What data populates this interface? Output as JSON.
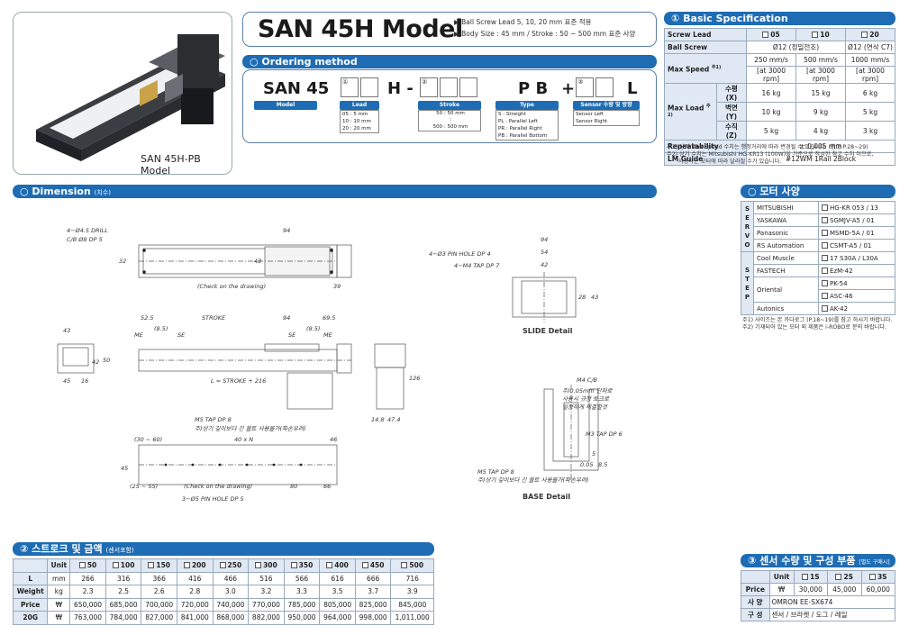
{
  "product": {
    "photo_caption": "SAN 45H-PB Model",
    "title": "SAN 45H Model",
    "notes": [
      "▶ Ball Screw Lead 5, 10, 20 mm 표준 적용",
      "▶ Body Size : 45 mm / Stroke : 50 ~ 500 mm 표준 사양"
    ]
  },
  "ordering": {
    "heading": "○ Ordering method",
    "code_prefix": "SAN 45",
    "h_dash": "H -",
    "pb": "P B",
    "plus": "+",
    "l": "L",
    "marks": [
      "①",
      "②",
      "③"
    ],
    "model_label": "Model",
    "lead_label": "Lead",
    "lead_options": [
      "05 : 5 mm",
      "10 : 10 mm",
      "20 : 20 mm"
    ],
    "stroke_label": "Stroke",
    "stroke_options": [
      "50 : 50 mm",
      "500 : 500 mm"
    ],
    "stroke_dots": "⋮",
    "type_label": "Type",
    "type_options": [
      "S : Straight",
      "PL : Parallel Left",
      "PR : Parallel Right",
      "PB : Parallel Bottom"
    ],
    "sensor_label": "Sensor 수량 및 방향",
    "sensor_options": [
      "Sensor Left",
      "Sensor Right"
    ]
  },
  "basic_spec": {
    "heading": "① Basic Specification",
    "screw_lead_label": "Screw Lead",
    "leads": [
      "05",
      "10",
      "20"
    ],
    "ball_screw_label": "Ball Screw",
    "ball_screw": [
      "Ø12 (정밀전조)",
      "Ø12 (연삭 C7)"
    ],
    "max_speed_label": "Max Speed",
    "max_speed_note": "주1)",
    "max_speed": [
      "250 mm/s",
      "500 mm/s",
      "1000 mm/s"
    ],
    "rpm": [
      "[at 3000 rpm]",
      "[at 3000 rpm]",
      "[at 3000 rpm]"
    ],
    "max_load_label": "Max Load",
    "max_load_note": "주2)",
    "load_rows": [
      {
        "axis": "수평 (X)",
        "values": [
          "16 kg",
          "15 kg",
          "6 kg"
        ]
      },
      {
        "axis": "벽면 (Y)",
        "values": [
          "10 kg",
          "9 kg",
          "5 kg"
        ]
      },
      {
        "axis": "수직 (Z)",
        "values": [
          "5 kg",
          "4 kg",
          "3 kg"
        ]
      }
    ],
    "repeat_label": "Repeatability",
    "repeat_value": "± 0.005 mm",
    "lm_label": "LM Guide",
    "lm_value": "#12WM 1Rail 2Block",
    "footnotes": [
      "주1) 상기 Max Speed 수치는 행정거리에 따라 변경될 수 있습니다. (참고 P.28~29)",
      "주2) 상기 수치는 Mitsubishi HG-KR13 (100W)을 기준으로 작성한 참고 수치 이므로,",
      "사용하는 모터에 따라 달라질 수가 있습니다."
    ]
  },
  "dimension": {
    "heading": "○ Dimension",
    "heading_sub": "(치수)",
    "labels": {
      "drill": "4−Ø4.5 DRILL",
      "cb": "C/B Ø8 DP 5",
      "d94a": "94",
      "d32": "32",
      "d43a": "43",
      "check1": "(Check on the drawing)",
      "d39": "39",
      "d52_5": "52.5",
      "stroke": "STROKE",
      "d94b": "94",
      "d69_5": "69.5",
      "me1": "ME",
      "d8_5a": "(8.5)",
      "se1": "SE",
      "se2": "SE",
      "d8_5b": "(8.5)",
      "me2": "ME",
      "d43b": "43",
      "d42": "42",
      "d50": "50",
      "d45a": "45",
      "d16": "16",
      "lformula": "L = STROKE + 216",
      "d126": "126",
      "d14_8": "14.8",
      "d47_4": "47.4",
      "m5tap": "M5 TAP DP 8",
      "m5note": "주)상기 깊이보다 긴 볼트 사용불가(파손우려)",
      "d30_60": "(30 ~ 60)",
      "d40n": "40 x N",
      "d46": "46",
      "d45b": "45",
      "check2": "(Check on the drawing)",
      "d25_55": "(25 ~ 55)",
      "d80": "80",
      "d66": "66",
      "pinhole": "3−Ø5 PIN HOLE DP 5",
      "slide_pin": "4−Ø3 PIN HOLE DP 4",
      "slide_tap": "4−M4 TAP DP 7",
      "s94": "94",
      "s54": "54",
      "s42": "42",
      "s28": "28",
      "s43": "43",
      "slide_title": "SLIDE Detail",
      "m4cb": "M4 C/B",
      "base_note1": "주)0.05mm 단차로",
      "base_note2": "사용시 규정 토크로",
      "base_note3": "일정하게 체결할것",
      "m3tap": "M3 TAP DP 6",
      "b5": "5",
      "b0_05": "0.05",
      "b8_5": "8.5",
      "b_m5": "M5 TAP DP 8",
      "b_m5note": "주)상기 깊이보다 긴 볼트 사용불가(파손우려)",
      "base_title": "BASE Detail"
    }
  },
  "motor": {
    "heading": "○ 모터 사양",
    "servo_group": "S E R V O",
    "step_group": "S T E P",
    "servo": [
      {
        "maker": "MITSUBISHI",
        "model": "HG-KR 053 / 13"
      },
      {
        "maker": "YASKAWA",
        "model": "SGMJV-A5 / 01"
      },
      {
        "maker": "Panasonic",
        "model": "MSMD-5A / 01"
      },
      {
        "maker": "RS Automation",
        "model": "CSMT-A5 / 01"
      }
    ],
    "step": [
      {
        "maker": "Cool Muscle",
        "model": "17 S30A / L30A"
      },
      {
        "maker": "FASTECH",
        "model": "EzM-42"
      },
      {
        "maker": "Oriental",
        "model": "PK-54"
      },
      {
        "maker": "",
        "model": "ASC-46"
      },
      {
        "maker": "Autonics",
        "model": "AK-42"
      }
    ],
    "footnotes": [
      "주1) 사이즈는 본 카다로그 (P.18~19)를 참고 하시기 바랍니다.",
      "주2) 기재되어 있는 모터 외 제품은 i-ROBO로 문의 바랍니다."
    ]
  },
  "stroke_price": {
    "heading": "② 스트로크 및 금액",
    "heading_sub": "(센서포함)",
    "unit_label": "Unit",
    "strokes": [
      "50",
      "100",
      "150",
      "200",
      "250",
      "300",
      "350",
      "400",
      "450",
      "500"
    ],
    "rows": [
      {
        "label": "L",
        "unit": "mm",
        "values": [
          "266",
          "316",
          "366",
          "416",
          "466",
          "516",
          "566",
          "616",
          "666",
          "716"
        ]
      },
      {
        "label": "Weight",
        "unit": "kg",
        "values": [
          "2.3",
          "2.5",
          "2.6",
          "2.8",
          "3.0",
          "3.2",
          "3.3",
          "3.5",
          "3.7",
          "3.9"
        ]
      },
      {
        "label": "Price",
        "unit": "₩",
        "values": [
          "650,000",
          "685,000",
          "700,000",
          "720,000",
          "740,000",
          "770,000",
          "785,000",
          "805,000",
          "825,000",
          "845,000"
        ]
      },
      {
        "label": "20G",
        "unit": "₩",
        "values": [
          "763,000",
          "784,000",
          "827,000",
          "841,000",
          "868,000",
          "882,000",
          "950,000",
          "964,000",
          "998,000",
          "1,011,000"
        ]
      }
    ]
  },
  "sensor": {
    "heading": "③ 센서 수량 및 구성 부품",
    "heading_sub": "[별도 구매시]",
    "unit_label": "Unit",
    "cols": [
      "1S",
      "2S",
      "3S"
    ],
    "price_label": "Price",
    "price_unit": "₩",
    "prices": [
      "30,000",
      "45,000",
      "60,000"
    ],
    "spec_label": "사 양",
    "spec_value": "OMRON   EE-SX674",
    "comp_label": "구 성",
    "comp_value": "센서 / 브라켓 / 도그 / 레일"
  }
}
